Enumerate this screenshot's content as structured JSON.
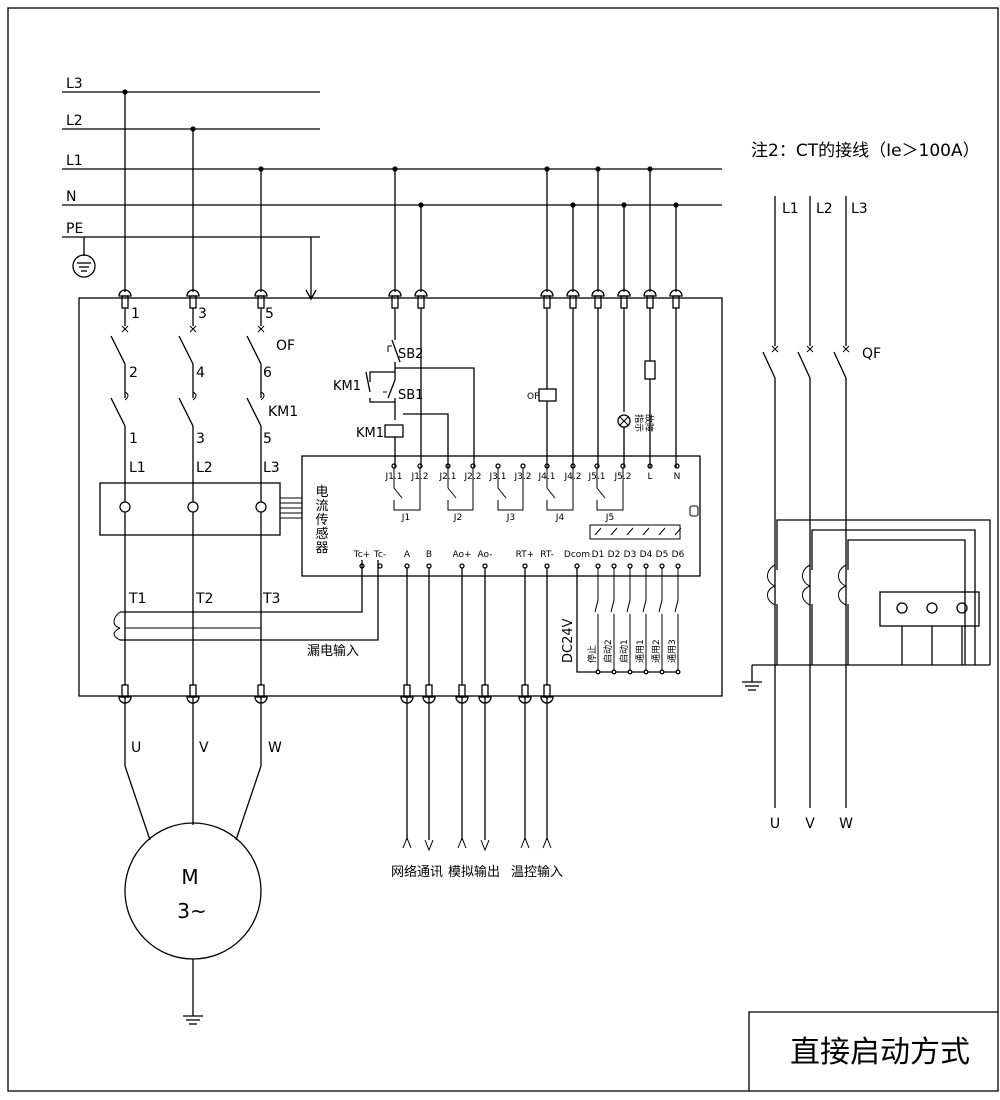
{
  "title": "直接启动方式",
  "note2": "注2：CT的接线（Ie＞100A）",
  "bus": [
    "L3",
    "L2",
    "L1",
    "N",
    "PE"
  ],
  "breaker": {
    "label": "OF",
    "top_nums": [
      "1",
      "3",
      "5"
    ],
    "bot_nums": [
      "2",
      "4",
      "6"
    ]
  },
  "contactor": {
    "label": "KM1",
    "nums": [
      "1",
      "3",
      "5"
    ]
  },
  "phase_in": [
    "L1",
    "L2",
    "L3"
  ],
  "phase_t": [
    "T1",
    "T2",
    "T3"
  ],
  "motor_out": [
    "U",
    "V",
    "W"
  ],
  "motor": {
    "l1": "M",
    "l2": "3~"
  },
  "current_sensor": [
    "电",
    "流",
    "传",
    "感",
    "器"
  ],
  "leakage": "漏电输入",
  "ctrl": {
    "sb2": "SB2",
    "sb1": "SB1",
    "km1a": "KM1",
    "km1b": "KM1",
    "of": "OF",
    "fault": [
      "故障",
      "指示"
    ]
  },
  "relay_terms": [
    "J1.1",
    "J1.2",
    "J2.1",
    "J2.2",
    "J3.1",
    "J3.2",
    "J4.1",
    "J4.2",
    "J5.1",
    "J5.2",
    "L",
    "N"
  ],
  "relays": [
    "J1",
    "J2",
    "J3",
    "J4",
    "J5"
  ],
  "bottom_terms": [
    "Tc+",
    "Tc-",
    "A",
    "B",
    "Ao+",
    "Ao-",
    "RT+",
    "RT-",
    "Dcom",
    "D1",
    "D2",
    "D3",
    "D4",
    "D5",
    "D6"
  ],
  "dc_inputs": [
    "DC24V",
    "停止",
    "启动2",
    "启动1",
    "通用1",
    "通用2",
    "通用3"
  ],
  "outputs": [
    "网络通讯",
    "模拟输出",
    "温控输入"
  ],
  "ct": {
    "lines": [
      "L1",
      "L2",
      "L3"
    ],
    "qf": "QF",
    "out": [
      "U",
      "V",
      "W"
    ]
  }
}
